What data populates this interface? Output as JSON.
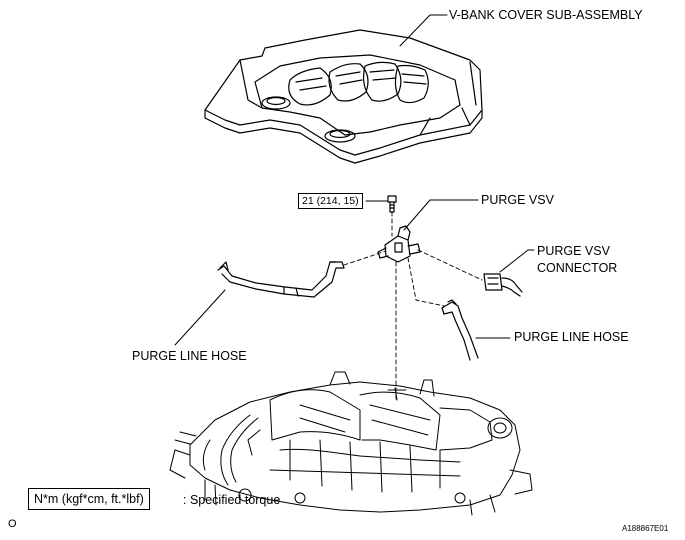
{
  "labels": {
    "vbank_cover": "V-BANK COVER SUB-ASSEMBLY",
    "purge_vsv": "PURGE VSV",
    "purge_vsv_connector_line1": "PURGE VSV",
    "purge_vsv_connector_line2": "CONNECTOR",
    "purge_line_hose_left": "PURGE LINE HOSE",
    "purge_line_hose_right": "PURGE LINE HOSE",
    "torque_value": "21 (214, 15)"
  },
  "legend": {
    "unit_box": "N*m (kgf*cm, ft.*lbf)",
    "description": ": Specified torque"
  },
  "footer": {
    "left_mark": "O",
    "figure_id": "A188867E01"
  }
}
